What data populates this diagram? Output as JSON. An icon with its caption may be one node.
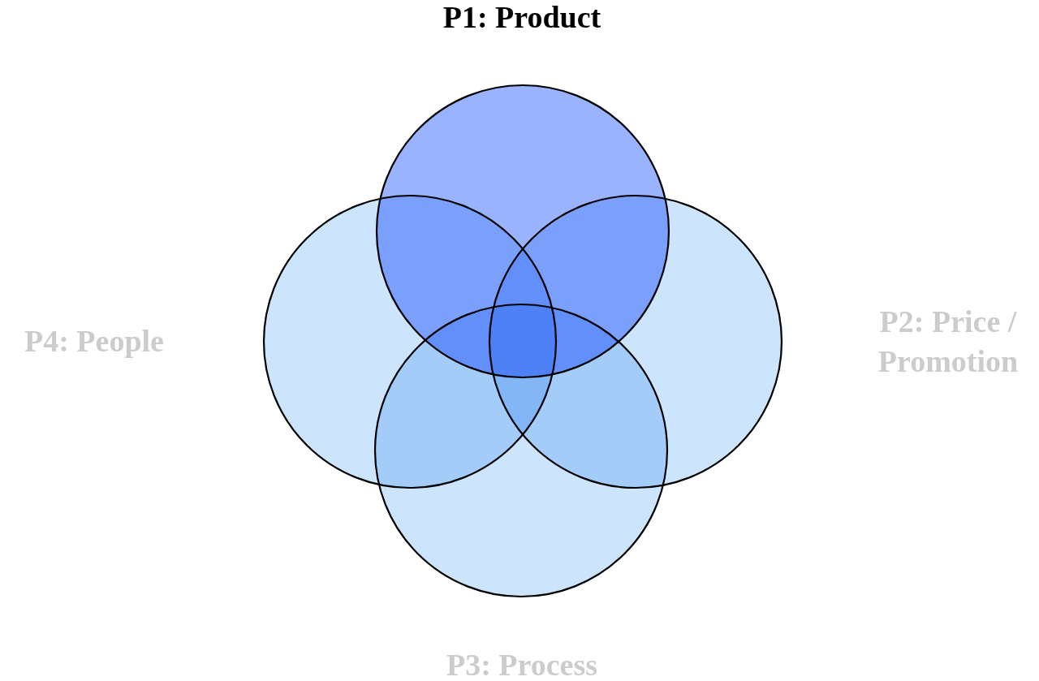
{
  "diagram": {
    "nodes": [
      {
        "text": [
          "P1: Product"
        ]
      },
      {
        "text": [
          "P2: Price / Promotion"
        ]
      },
      {
        "text": [
          "P3: Process"
        ]
      },
      {
        "text": [
          "P4: People"
        ]
      }
    ]
  }
}
